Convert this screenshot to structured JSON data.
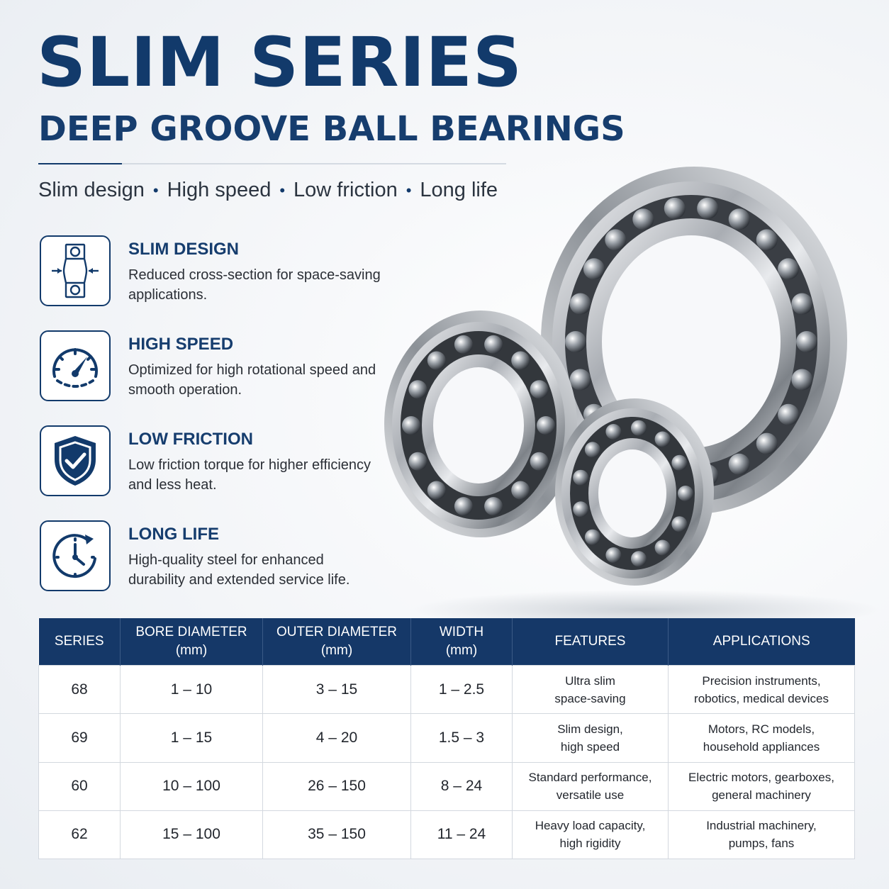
{
  "title": "SLIM SERIES",
  "subtitle": "DEEP GROOVE BALL BEARINGS",
  "tagline": [
    "Slim design",
    "High speed",
    "Low friction",
    "Long life"
  ],
  "tagline_separator": "•",
  "colors": {
    "brand_navy": "#123a6b",
    "table_header": "#153868",
    "text": "#2b2f36"
  },
  "features": [
    {
      "icon": "bearing-cross-section-icon",
      "title": "SLIM DESIGN",
      "desc": "Reduced cross-section for space-saving applications."
    },
    {
      "icon": "speedometer-icon",
      "title": "HIGH SPEED",
      "desc": "Optimized for high rotational speed and smooth operation."
    },
    {
      "icon": "shield-check-icon",
      "title": "LOW FRICTION",
      "desc": "Low friction torque for higher efficiency and less heat."
    },
    {
      "icon": "clock-icon",
      "title": "LONG LIFE",
      "desc": "High-quality steel for enhanced durability and extended service life."
    }
  ],
  "table": {
    "headers": [
      [
        "SERIES"
      ],
      [
        "BORE DIAMETER",
        "(mm)"
      ],
      [
        "OUTER DIAMETER",
        "(mm)"
      ],
      [
        "WIDTH",
        "(mm)"
      ],
      [
        "FEATURES"
      ],
      [
        "APPLICATIONS"
      ]
    ],
    "rows": [
      {
        "series": "68",
        "bore": "1 – 10",
        "outer": "3 – 15",
        "width": "1 – 2.5",
        "features": [
          "Ultra slim",
          "space-saving"
        ],
        "applications": [
          "Precision instruments,",
          "robotics, medical devices"
        ]
      },
      {
        "series": "69",
        "bore": "1 – 15",
        "outer": "4 – 20",
        "width": "1.5 – 3",
        "features": [
          "Slim design,",
          "high speed"
        ],
        "applications": [
          "Motors, RC models,",
          "household appliances"
        ]
      },
      {
        "series": "60",
        "bore": "10 – 100",
        "outer": "26 – 150",
        "width": "8 – 24",
        "features": [
          "Standard performance,",
          "versatile use"
        ],
        "applications": [
          "Electric motors, gearboxes,",
          "general machinery"
        ]
      },
      {
        "series": "62",
        "bore": "15 – 100",
        "outer": "35 – 150",
        "width": "11 – 24",
        "features": [
          "Heavy load capacity,",
          "high rigidity"
        ],
        "applications": [
          "Industrial machinery,",
          "pumps, fans"
        ]
      }
    ]
  }
}
